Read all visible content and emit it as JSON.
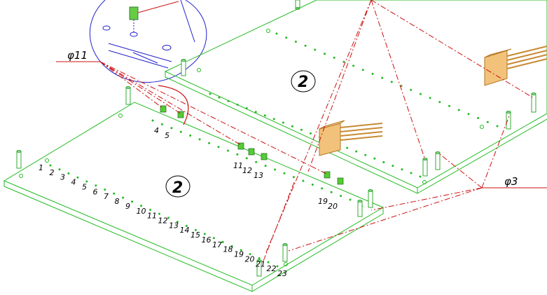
{
  "panels": [
    {
      "id": "front",
      "label": "2"
    },
    {
      "id": "back",
      "label": "2"
    }
  ],
  "dimensions": {
    "phi11": "φ11",
    "phi3": "φ3"
  },
  "front_row_numbers": [
    "1",
    "2",
    "3",
    "4",
    "5",
    "6",
    "7",
    "8",
    "9",
    "10",
    "11",
    "12",
    "13",
    "14",
    "15",
    "16",
    "17",
    "18",
    "19",
    "20",
    "21",
    "22",
    "23"
  ],
  "back_edge_numbers": [
    "4",
    "5",
    "11",
    "12",
    "13",
    "19",
    "20"
  ],
  "colors": {
    "panel_outline": "#22bb22",
    "hole": "#22bb22",
    "dowel": "#33aa33",
    "leader": "#cc1111",
    "detail_circle": "#2222cc",
    "clamp": "#e8a54a",
    "text": "#000000"
  }
}
